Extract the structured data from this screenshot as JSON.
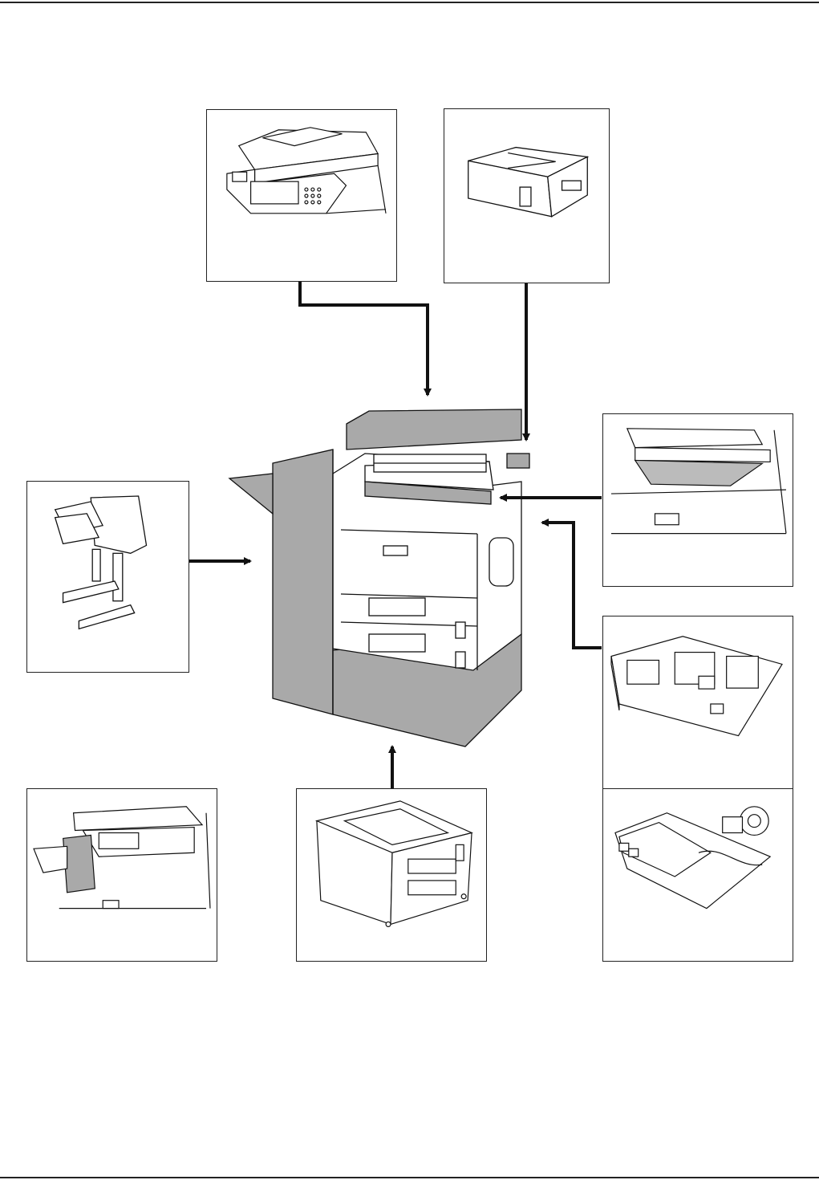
{
  "diagram": {
    "items": [
      {
        "id": "document-processor",
        "icon": "document-processor-icon"
      },
      {
        "id": "key-counter",
        "icon": "key-counter-icon"
      },
      {
        "id": "document-finisher",
        "icon": "document-finisher-icon"
      },
      {
        "id": "job-separator",
        "icon": "job-separator-icon"
      },
      {
        "id": "printer-scanner-kit",
        "icon": "printer-scanner-kit-icon"
      },
      {
        "id": "fax-kit",
        "icon": "fax-kit-icon"
      },
      {
        "id": "built-in-finisher",
        "icon": "built-in-finisher-icon"
      },
      {
        "id": "paper-feeder",
        "icon": "paper-feeder-icon"
      }
    ],
    "main_unit": {
      "icon": "copier-main-unit-icon"
    },
    "colors": {
      "line": "#111111",
      "shade": "#a9a9a9",
      "border": "#222222"
    }
  }
}
